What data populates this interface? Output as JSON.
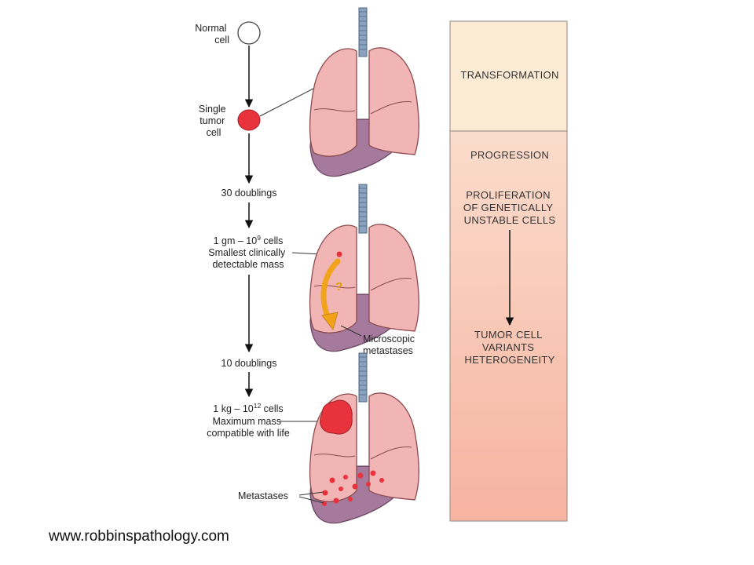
{
  "timeline": {
    "normal_cell": [
      "Normal",
      "cell"
    ],
    "single_tumor_cell": [
      "Single",
      "tumor",
      "cell"
    ],
    "doublings_30": "30 doublings",
    "gm": {
      "prefix": "1 gm – 10",
      "exp": "9",
      "suffix": " cells"
    },
    "smallest_mass": [
      "Smallest clinically",
      "detectable mass"
    ],
    "doublings_10": "10 doublings",
    "kg": {
      "prefix": "1 kg – 10",
      "exp": "12",
      "suffix": " cells"
    },
    "max_mass": [
      "Maximum mass",
      "compatible with life"
    ]
  },
  "organs": {
    "question_mark": "?",
    "microscopic_metastases": [
      "Microscopic",
      "metastases"
    ],
    "metastases": "Metastases"
  },
  "side_panel": {
    "transformation": "TRANSFORMATION",
    "progression": "PROGRESSION",
    "proliferation": [
      "PROLIFERATION",
      "OF GENETICALLY",
      "UNSTABLE CELLS"
    ],
    "tumor_variants": [
      "TUMOR CELL",
      "VARIANTS",
      "HETEROGENEITY"
    ]
  },
  "source_url": "www.robbinspathology.com",
  "colors": {
    "tumor_red": "#e8323c",
    "lung_pink": "#f2b5b5",
    "lung_outline": "#8a4a4e",
    "liver_purple": "#a57a9c",
    "trachea_blue": "#8aa2be",
    "transformation_bg": "#fbebd4",
    "progression_top": "#fbdccc",
    "progression_bottom": "#f6b8a5",
    "arrow_orange": "#f2a31c"
  }
}
